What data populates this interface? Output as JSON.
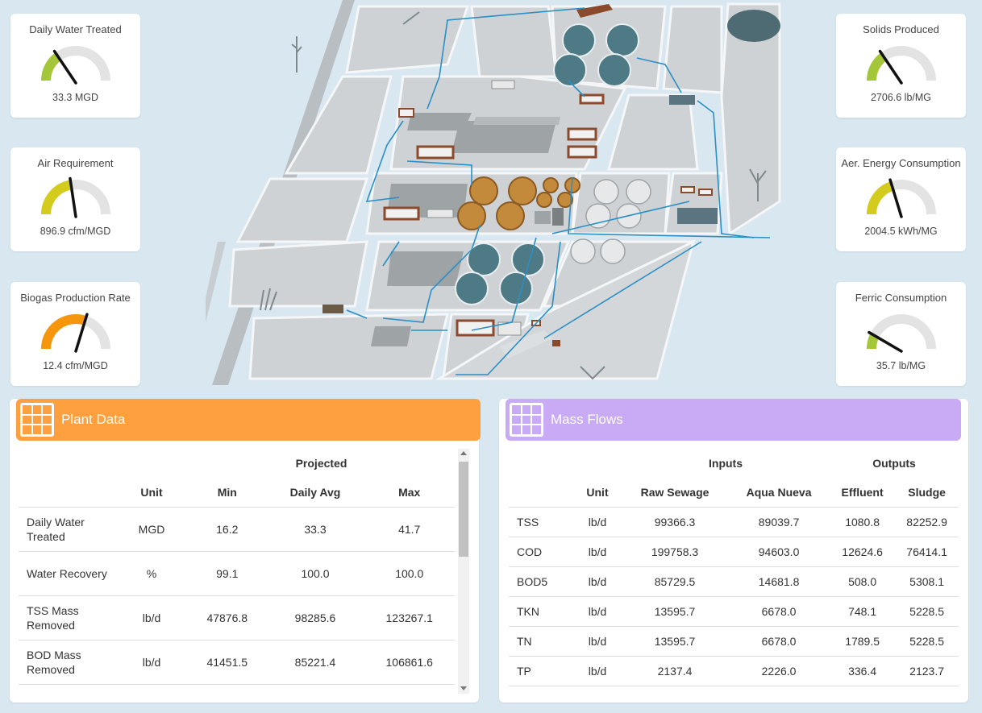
{
  "gauges": [
    {
      "id": "daily-water-treated",
      "title": "Daily Water Treated",
      "value": "33.3 MGD",
      "color": "#a4c639",
      "fraction": 0.3
    },
    {
      "id": "air-requirement",
      "title": "Air Requirement",
      "value": "896.9 cfm/MGD",
      "color": "#d4cc1c",
      "fraction": 0.45
    },
    {
      "id": "biogas-production-rate",
      "title": "Biogas Production Rate",
      "value": "12.4 cfm/MGD",
      "color": "#f5960c",
      "fraction": 0.6
    },
    {
      "id": "solids-produced",
      "title": "Solids Produced",
      "value": "2706.6 lb/MG",
      "color": "#a4c639",
      "fraction": 0.3
    },
    {
      "id": "aer-energy-consumption",
      "title": "Aer. Energy Consumption",
      "value": "2004.5 kWh/MG",
      "color": "#d4cc1c",
      "fraction": 0.4
    },
    {
      "id": "ferric-consumption",
      "title": "Ferric Consumption",
      "value": "35.7 lb/MG",
      "color": "#a4c639",
      "fraction": 0.15
    }
  ],
  "plant_data": {
    "title": "Plant Data",
    "header_color": "#ffa040",
    "group_label": "Projected",
    "columns": [
      "Unit",
      "Min",
      "Daily Avg",
      "Max"
    ],
    "rows": [
      {
        "name": "Daily Water Treated",
        "unit": "MGD",
        "min": "16.2",
        "avg": "33.3",
        "max": "41.7"
      },
      {
        "name": "Water Recovery",
        "unit": "%",
        "min": "99.1",
        "avg": "100.0",
        "max": "100.0"
      },
      {
        "name": "TSS Mass Removed",
        "unit": "lb/d",
        "min": "47876.8",
        "avg": "98285.6",
        "max": "123267.1"
      },
      {
        "name": "BOD Mass Removed",
        "unit": "lb/d",
        "min": "41451.5",
        "avg": "85221.4",
        "max": "106861.6"
      }
    ]
  },
  "mass_flows": {
    "title": "Mass Flows",
    "header_color": "#c9aaf4",
    "group_inputs": "Inputs",
    "group_outputs": "Outputs",
    "columns": [
      "Unit",
      "Raw Sewage",
      "Aqua Nueva",
      "Effluent",
      "Sludge"
    ],
    "rows": [
      {
        "name": "TSS",
        "unit": "lb/d",
        "raw": "99366.3",
        "aqua": "89039.7",
        "eff": "1080.8",
        "sludge": "82252.9"
      },
      {
        "name": "COD",
        "unit": "lb/d",
        "raw": "199758.3",
        "aqua": "94603.0",
        "eff": "12624.6",
        "sludge": "76414.1"
      },
      {
        "name": "BOD5",
        "unit": "lb/d",
        "raw": "85729.5",
        "aqua": "14681.8",
        "eff": "508.0",
        "sludge": "5308.1"
      },
      {
        "name": "TKN",
        "unit": "lb/d",
        "raw": "13595.7",
        "aqua": "6678.0",
        "eff": "748.1",
        "sludge": "5228.5"
      },
      {
        "name": "TN",
        "unit": "lb/d",
        "raw": "13595.7",
        "aqua": "6678.0",
        "eff": "1789.5",
        "sludge": "5228.5"
      },
      {
        "name": "TP",
        "unit": "lb/d",
        "raw": "2137.4",
        "aqua": "2226.0",
        "eff": "336.4",
        "sludge": "2123.7"
      }
    ]
  }
}
